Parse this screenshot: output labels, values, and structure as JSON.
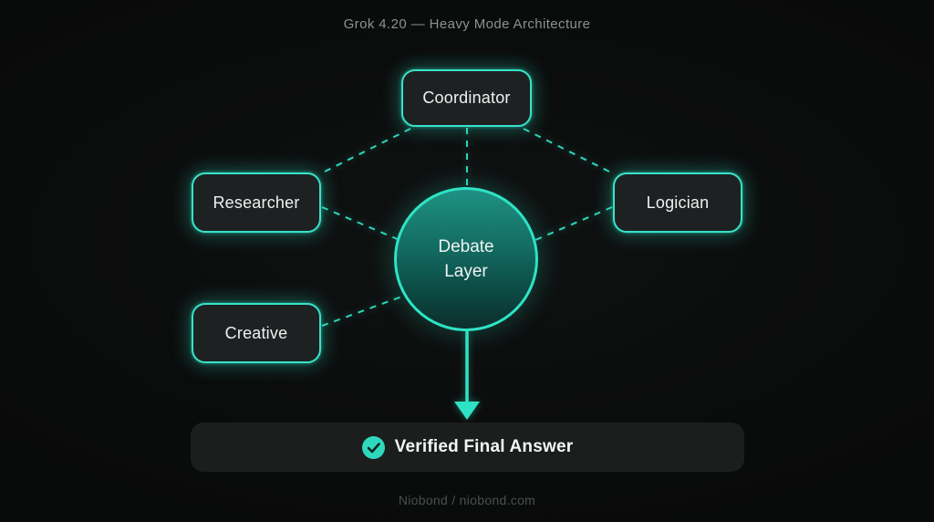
{
  "header": {
    "title": "Grok 4.20 — Heavy Mode Architecture"
  },
  "diagram": {
    "nodes": {
      "coordinator": {
        "label": "Coordinator"
      },
      "researcher": {
        "label": "Researcher"
      },
      "logician": {
        "label": "Logician"
      },
      "creative": {
        "label": "Creative"
      },
      "debate_layer": {
        "line1": "Debate",
        "line2": "Layer"
      }
    },
    "connections": [
      {
        "from": "coordinator",
        "to": "researcher",
        "style": "dashed"
      },
      {
        "from": "coordinator",
        "to": "debate_layer",
        "style": "dashed"
      },
      {
        "from": "coordinator",
        "to": "logician",
        "style": "dashed"
      },
      {
        "from": "researcher",
        "to": "debate_layer",
        "style": "dashed"
      },
      {
        "from": "logician",
        "to": "debate_layer",
        "style": "dashed"
      },
      {
        "from": "creative",
        "to": "debate_layer",
        "style": "dashed"
      },
      {
        "from": "debate_layer",
        "to": "verified_final_answer",
        "style": "solid-arrow"
      }
    ],
    "result": {
      "icon": "check-circle-icon",
      "label": "Verified Final Answer"
    }
  },
  "footer": {
    "text": "Niobond / niobond.com"
  },
  "colors": {
    "background": "#0b0c0c",
    "accent_teal": "#2ee3c5",
    "dashed_line": "#2bd6ba",
    "node_background": "#1e2122",
    "node_border": "#38e2c8",
    "node_text": "#eef1f0",
    "circle_gradient_top": "#1f9184",
    "circle_gradient_bottom": "#0e2d2b",
    "title_text": "#8c9191",
    "footer_text": "#4c5050",
    "result_bar_background": "#1c1e1e",
    "check_badge": "#2fd8bc"
  }
}
